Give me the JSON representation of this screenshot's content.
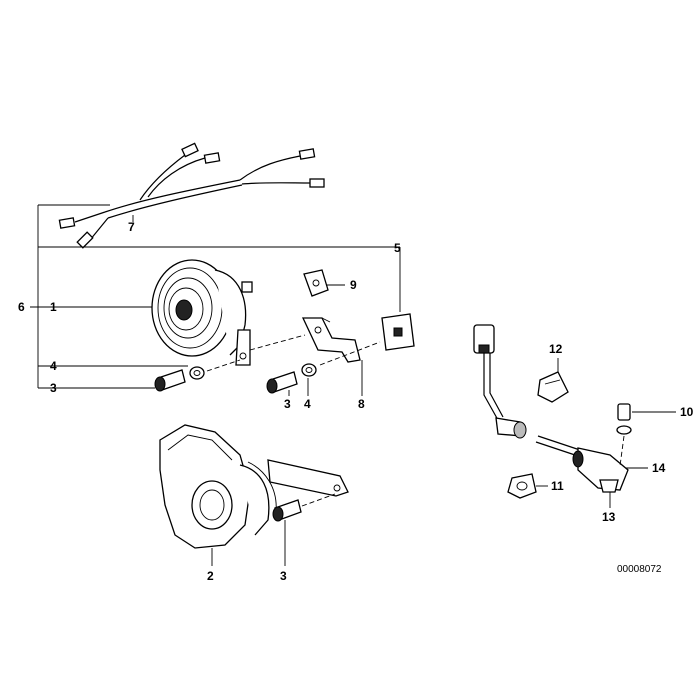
{
  "diagram": {
    "callouts": {
      "c1": "1",
      "c2": "2",
      "c3a": "3",
      "c3b": "3",
      "c3c": "3",
      "c4a": "4",
      "c4b": "4",
      "c5": "5",
      "c6": "6",
      "c7": "7",
      "c8": "8",
      "c9": "9",
      "c10": "10",
      "c11": "11",
      "c12": "12",
      "c13": "13",
      "c14": "14"
    },
    "drawing_code": "00008072"
  }
}
